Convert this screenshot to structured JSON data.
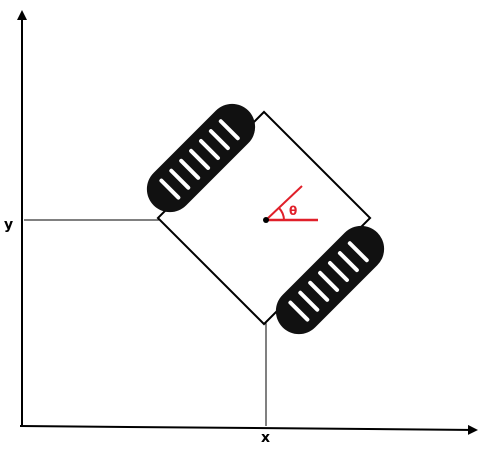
{
  "labels": {
    "x_axis": "x",
    "y_axis": "y",
    "angle": "θ"
  },
  "colors": {
    "stroke": "#000000",
    "accent": "#e0202a",
    "wheel": "#111111",
    "tread": "#ffffff",
    "background": "#ffffff"
  }
}
